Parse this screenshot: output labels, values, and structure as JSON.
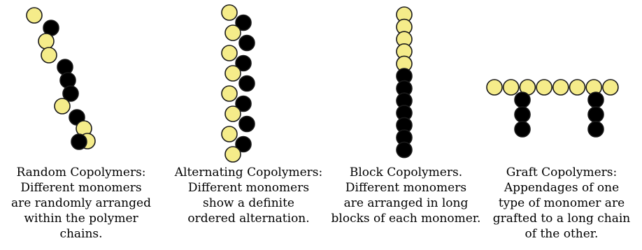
{
  "colors": {
    "monomer_a": "#f5ec8a",
    "monomer_b": "#000000",
    "outline": "#1a1a1a"
  },
  "panels": [
    {
      "id": "random",
      "sequence": [
        "A",
        "B",
        "A",
        "A",
        "B",
        "B",
        "B",
        "A",
        "B",
        "A",
        "A",
        "B"
      ],
      "caption": [
        "Random Copolymers:",
        "Different monomers",
        "are randomly arranged",
        "within the polymer",
        "chains."
      ]
    },
    {
      "id": "alternating",
      "sequence": [
        "A",
        "B",
        "A",
        "B",
        "A",
        "B",
        "A",
        "B",
        "A",
        "B",
        "A",
        "B",
        "A",
        "B",
        "A"
      ],
      "caption": [
        "Alternating Copolymers:",
        "Different monomers",
        "show a definite",
        "ordered alternation."
      ]
    },
    {
      "id": "block",
      "sequence": [
        "A",
        "A",
        "A",
        "A",
        "A",
        "B",
        "B",
        "B",
        "B",
        "B",
        "B",
        "B"
      ],
      "caption": [
        "Block Copolymers.",
        "Different monomers",
        "are arranged in long",
        "blocks of each monomer."
      ]
    },
    {
      "id": "graft",
      "backbone": [
        "A",
        "A",
        "A",
        "A",
        "A",
        "A",
        "A",
        "A"
      ],
      "branches": [
        [
          "B",
          "B",
          "B"
        ],
        [
          "B",
          "B",
          "B"
        ]
      ],
      "caption": [
        "Graft Copolymers:",
        "Appendages of one",
        "type of monomer are",
        "grafted to a long chain",
        "of the other."
      ]
    }
  ]
}
